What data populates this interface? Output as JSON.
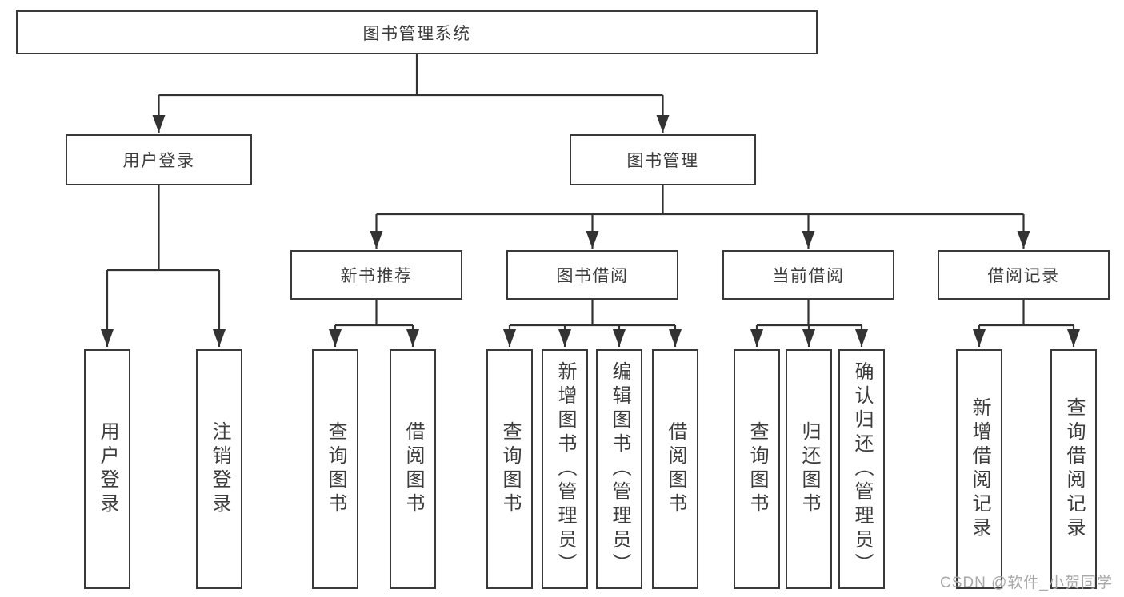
{
  "diagram": {
    "root": {
      "label": "图书管理系统"
    },
    "branches": [
      {
        "label": "用户登录",
        "children": [
          {
            "label": "用户登录"
          },
          {
            "label": "注销登录"
          }
        ]
      },
      {
        "label": "图书管理",
        "children": [
          {
            "label": "新书推荐",
            "children": [
              {
                "label": "查询图书"
              },
              {
                "label": "借阅图书"
              }
            ]
          },
          {
            "label": "图书借阅",
            "children": [
              {
                "label": "查询图书"
              },
              {
                "label": "新增图书（管理员）"
              },
              {
                "label": "编辑图书（管理员）"
              },
              {
                "label": "借阅图书"
              }
            ]
          },
          {
            "label": "当前借阅",
            "children": [
              {
                "label": "查询图书"
              },
              {
                "label": "归还图书"
              },
              {
                "label": "确认归还（管理员）"
              }
            ]
          },
          {
            "label": "借阅记录",
            "children": [
              {
                "label": "新增借阅记录"
              },
              {
                "label": "查询借阅记录"
              }
            ]
          }
        ]
      }
    ],
    "colors": {
      "line": "#333333",
      "box_border": "#3a3a3a",
      "box_fill": "#ffffff",
      "text": "#3c3c3c",
      "watermark": "#a8a8a8"
    }
  },
  "watermark": {
    "text": "CSDN @软件_小贺同学"
  }
}
